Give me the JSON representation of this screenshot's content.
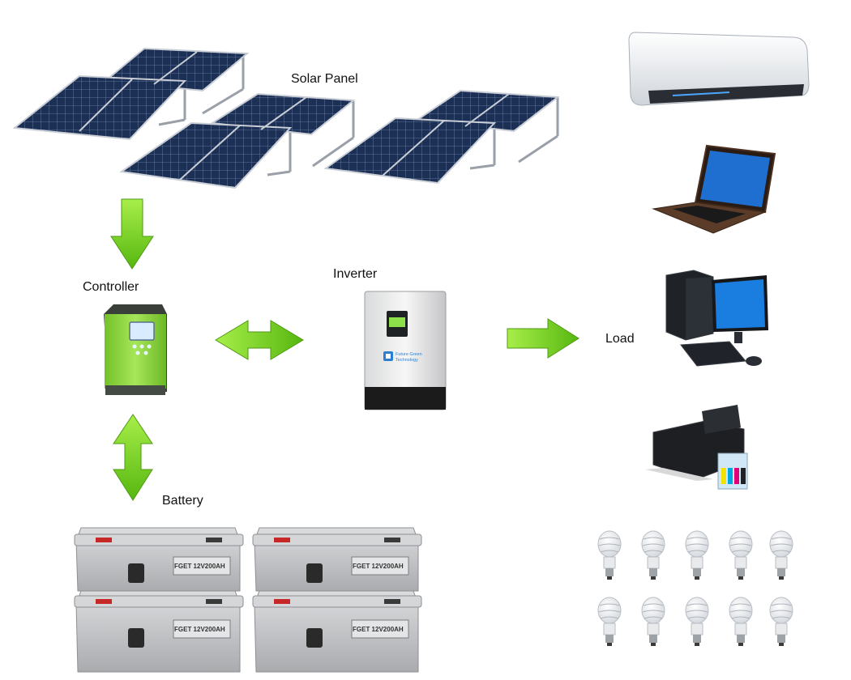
{
  "labels": {
    "solar_panel": "Solar Panel",
    "controller": "Controller",
    "inverter": "Inverter",
    "load": "Load",
    "battery": "Battery"
  },
  "inverter_brand": {
    "line1": "Future Green",
    "line2": "Technology"
  },
  "battery_model": "FGET 12V200AH",
  "colors": {
    "arrow_green": "#7ed321",
    "arrow_green_dark": "#4caf10",
    "solar_cell": "#1c2f55",
    "controller_green": "#8fd93f",
    "battery_gray": "#c9cacc"
  },
  "icons": {
    "solar_panels": "solar-panel-array-icon",
    "controller": "charge-controller-icon",
    "inverter": "inverter-icon",
    "batteries": "battery-bank-icon",
    "air_conditioner": "air-conditioner-icon",
    "laptop": "laptop-icon",
    "desktop": "desktop-computer-icon",
    "printer": "printer-icon",
    "bulbs": "cfl-bulb-icon"
  }
}
